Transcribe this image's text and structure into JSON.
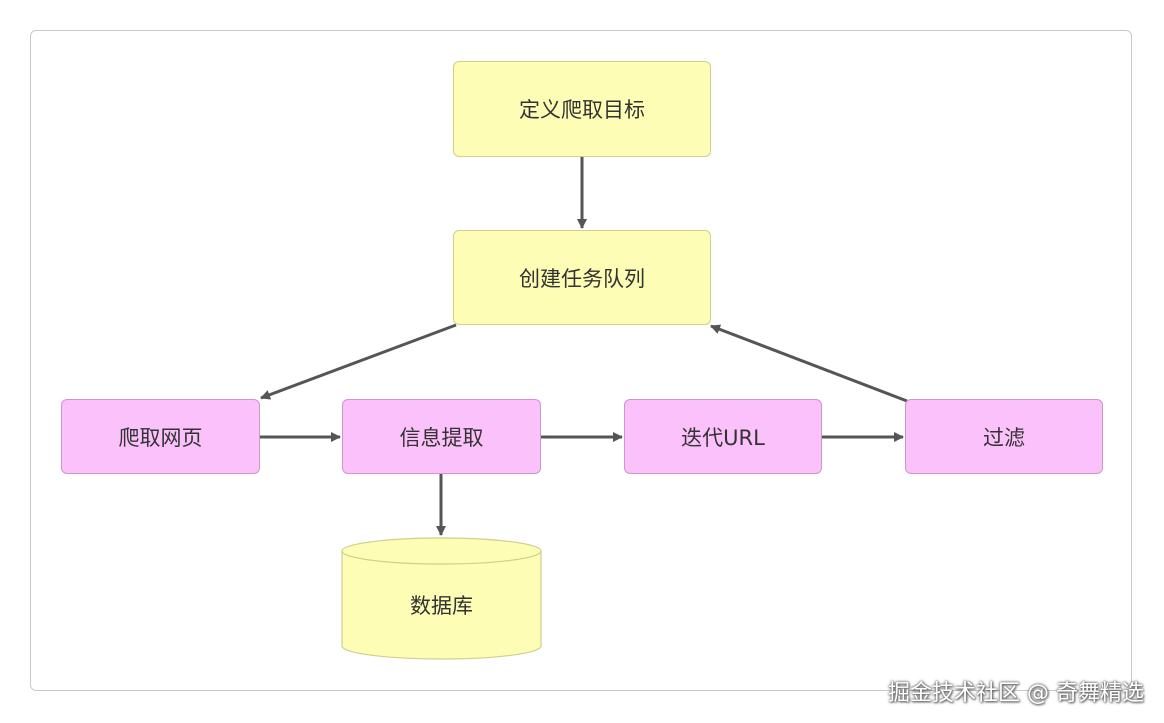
{
  "nodes": {
    "define_target": "定义爬取目标",
    "create_queue": "创建任务队列",
    "crawl_page": "爬取网页",
    "extract_info": "信息提取",
    "iterate_url": "迭代URL",
    "filter": "过滤",
    "database": "数据库"
  },
  "colors": {
    "process_fill": "#fdfdb6",
    "step_fill": "#fbc1fb",
    "arrow": "#555555"
  },
  "watermark": "掘金技术社区 @ 奇舞精选"
}
